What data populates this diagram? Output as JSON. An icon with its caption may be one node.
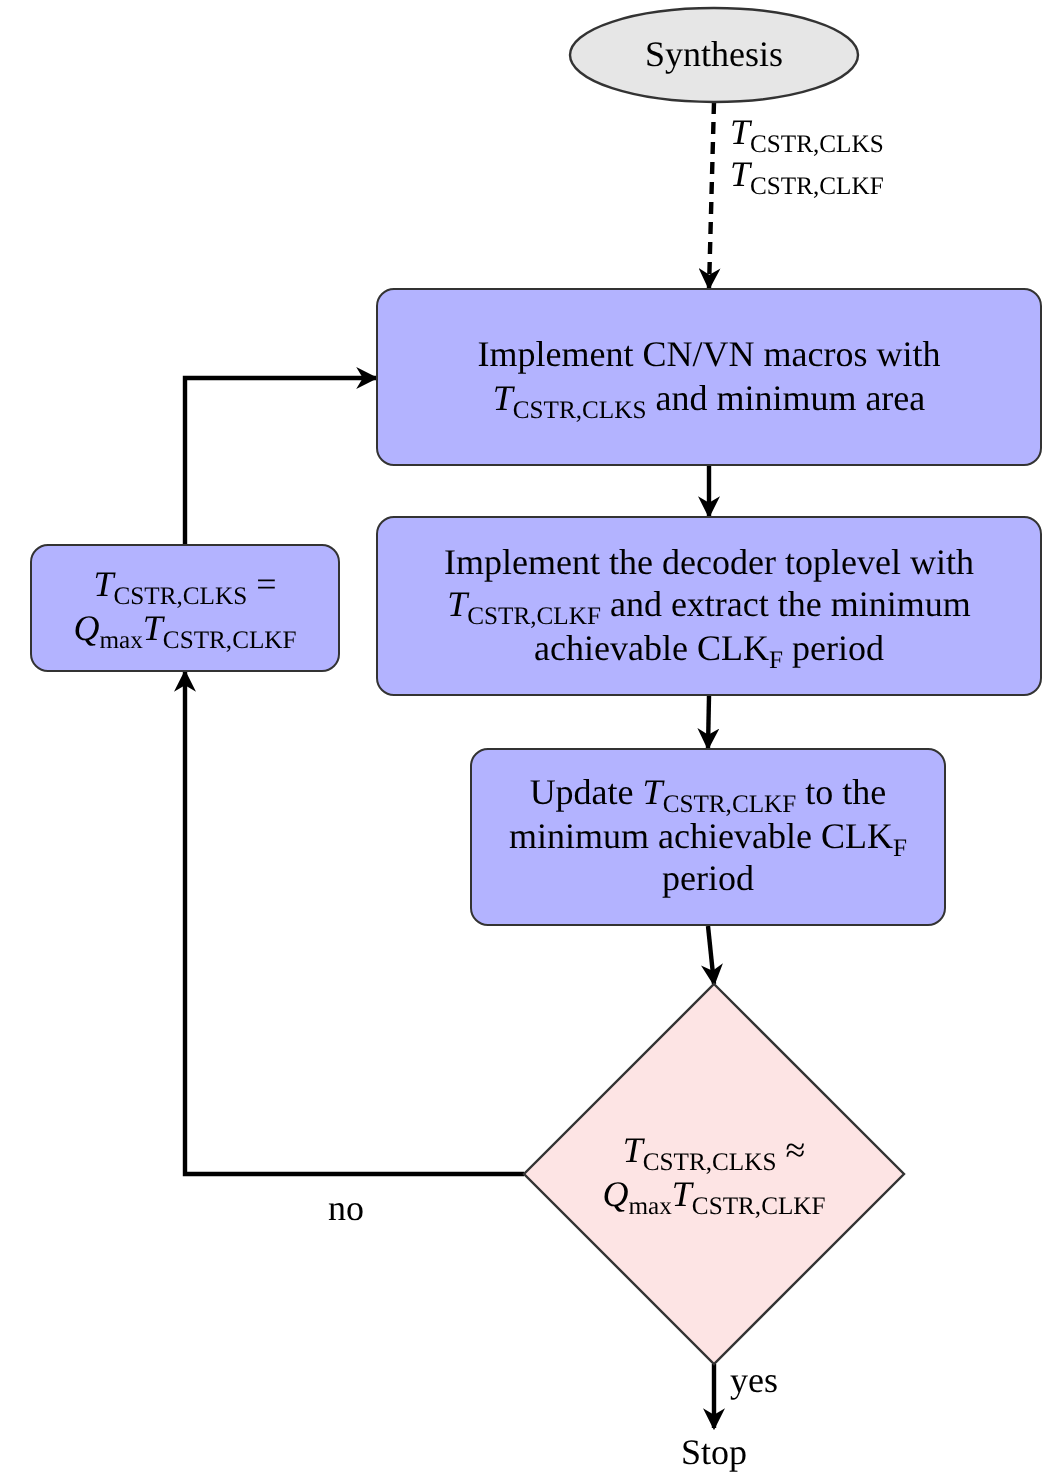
{
  "diagram": {
    "nodes": [
      {
        "text": [
          "Synthesis"
        ]
      },
      {
        "text": [
          "Implement CN/VN macros with *T*$_{CSTR,CLK}$$_{S}$ and minimum area"
        ]
      },
      {
        "text": [
          "Implement the decoder toplevel with *T*$_{CSTR,CLK}$$_{F}$ and extract the minimum achievable CLK$_{F}$ period"
        ]
      },
      {
        "text": [
          "Update *T*$_{CSTR,CLK}$$_{F}$ to the minimum achievable CLK$_{F}$ period"
        ]
      },
      {
        "text": [
          "*T*$_{CSTR,CLK}$$_{S}$ ≈ *Q*$_{max}$*T*$_{CSTR,CLK}$$_{F}$"
        ]
      },
      {
        "text": [
          "Stop"
        ]
      },
      {
        "text": [
          "*T*$_{CSTR,CLK}$$_{S}$ = *Q*$_{max}$*T*$_{CSTR,CLK}$$_{F}$"
        ]
      }
    ],
    "edges": [
      {
        "from": 0,
        "to": 1,
        "arrow": "to",
        "style": "dashed",
        "label": "*T*$_{CSTR,CLK}$$_{S}$ *T*$_{CSTR,CLK}$$_{F}$"
      },
      {
        "from": 1,
        "to": 2,
        "arrow": "to"
      },
      {
        "from": 2,
        "to": 3,
        "arrow": "to"
      },
      {
        "from": 3,
        "to": 4,
        "arrow": "to"
      },
      {
        "from": 4,
        "to": 5,
        "arrow": "to",
        "label": "yes"
      },
      {
        "from": 4,
        "to": 6,
        "arrow": "to",
        "label": "no"
      },
      {
        "from": 6,
        "to": 1,
        "arrow": "to"
      }
    ]
  }
}
